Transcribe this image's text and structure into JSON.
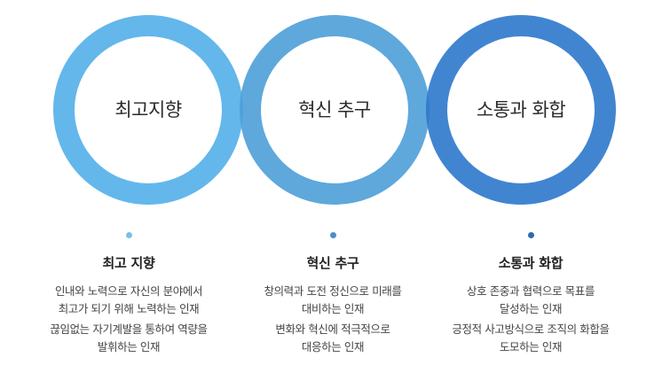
{
  "colors": {
    "ring_1": "#5bb3ea",
    "ring_2": "#4c9ed8",
    "ring_3": "#2c78cc",
    "dot_1": "#78c0ec",
    "dot_2": "#4c8fcc",
    "dot_3": "#2a6cb5"
  },
  "rings": [
    {
      "label": "최고지향"
    },
    {
      "label": "혁신 추구"
    },
    {
      "label": "소통과 화합"
    }
  ],
  "columns": [
    {
      "title": "최고 지향",
      "paragraphs": [
        [
          "인내와 노력으로 자신의 분야에서",
          "최고가 되기 위해 노력하는 인재"
        ],
        [
          "끊임없는 자기계발을 통하여 역량을",
          "발휘하는 인재"
        ]
      ]
    },
    {
      "title": "혁신 추구",
      "paragraphs": [
        [
          "창의력과 도전 정신으로 미래를",
          "대비하는 인재"
        ],
        [
          "변화와 혁신에 적극적으로",
          "대응하는 인재"
        ]
      ]
    },
    {
      "title": "소통과 화합",
      "paragraphs": [
        [
          "상호 존중과 협력으로 목표를",
          "달성하는 인재"
        ],
        [
          "긍정적 사고방식으로 조직의 화합을",
          "도모하는 인재"
        ]
      ]
    }
  ]
}
